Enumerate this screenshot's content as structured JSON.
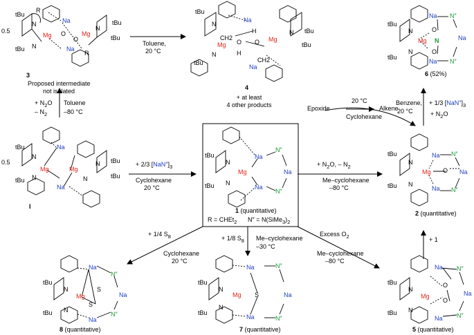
{
  "colors": {
    "mg": "#e0241b",
    "na": "#1f3fbf",
    "n": "#1b9a3a",
    "bond": "#000000"
  },
  "labels": {
    "c3": "3",
    "c3_note1": "Proposed intermediate",
    "c3_note2": "not isolated",
    "c3_half": "0.5",
    "c4": "4",
    "c4_note1": "+ at least",
    "c4_note2": "4 other products",
    "c6": "6",
    "c6_yield": "(52%)",
    "cI": "I",
    "cI_half": "0.5",
    "c1": "1",
    "c1_yield": "(quantitative)",
    "c2": "2",
    "c2_yield": "(quantitative)",
    "c5": "5",
    "c5_yield": "(quantitative)",
    "c7": "7",
    "c7_yield": "(quantitative)",
    "c8": "8",
    "c8_yield": "(quantitative)",
    "def_R": "R = CHEt",
    "def_R_sub": "2",
    "def_N": "N″ = N(SiMe",
    "def_N_sub1": "3",
    "def_N_end": ")",
    "def_N_sub2": "2"
  },
  "atoms": {
    "Mg": "Mg",
    "Na": "Na",
    "N": "N",
    "Npp": "N″",
    "O": "O",
    "S": "S",
    "H": "H",
    "tBu": "tBu",
    "R": "R",
    "CH2": "CH2"
  },
  "conditions": {
    "toluene_20": "Toluene,",
    "toluene_20b": "20 °C",
    "n2o_plus": "+ N",
    "n2o_plus_b": "O",
    "n2_minus": "– N",
    "n2_minus_b": "2",
    "toluene_80": "Toluene",
    "toluene_80b": "–80 °C",
    "nana_a": "+ 2/3 [",
    "nana_b": "NaN″",
    "nana_c": "]",
    "nana_sub": "3",
    "cyclohexane": "Cyclohexane",
    "c20": "20 °C",
    "n2o_line": "+ N",
    "n2o_line_b": "O, – N",
    "n2o_line_c": "2",
    "mecy": "Me–cyclohexane",
    "m80": "–80 °C",
    "epoxide": "Epoxide",
    "alkene": "Alkene",
    "ep_temp": "20 °C",
    "ep_solv": "Cyclohexane",
    "benzene": "Benzene,",
    "benzene_t": "20 °C",
    "third_a": "+ 1/3 [",
    "third_b": "NaN″",
    "third_c": "]",
    "third_sub": "3",
    "third_n2o": "+ N",
    "third_n2o_b": "O",
    "s8_quarter": "+ 1/4 S",
    "s8_sub": "8",
    "s8_solv": "Cyclohexane",
    "s8_t": "20 °C",
    "s8_eighth": "+ 1/8 S",
    "s8_sub2": "8",
    "s8_solv2": "Me–cyclohexane",
    "s8_t2": "–30 °C",
    "o2": "Excess O",
    "o2_sub": "2",
    "o2_solv": "Me–cyclohexane",
    "o2_t": "–80 °C",
    "plus1": "+ 1"
  }
}
